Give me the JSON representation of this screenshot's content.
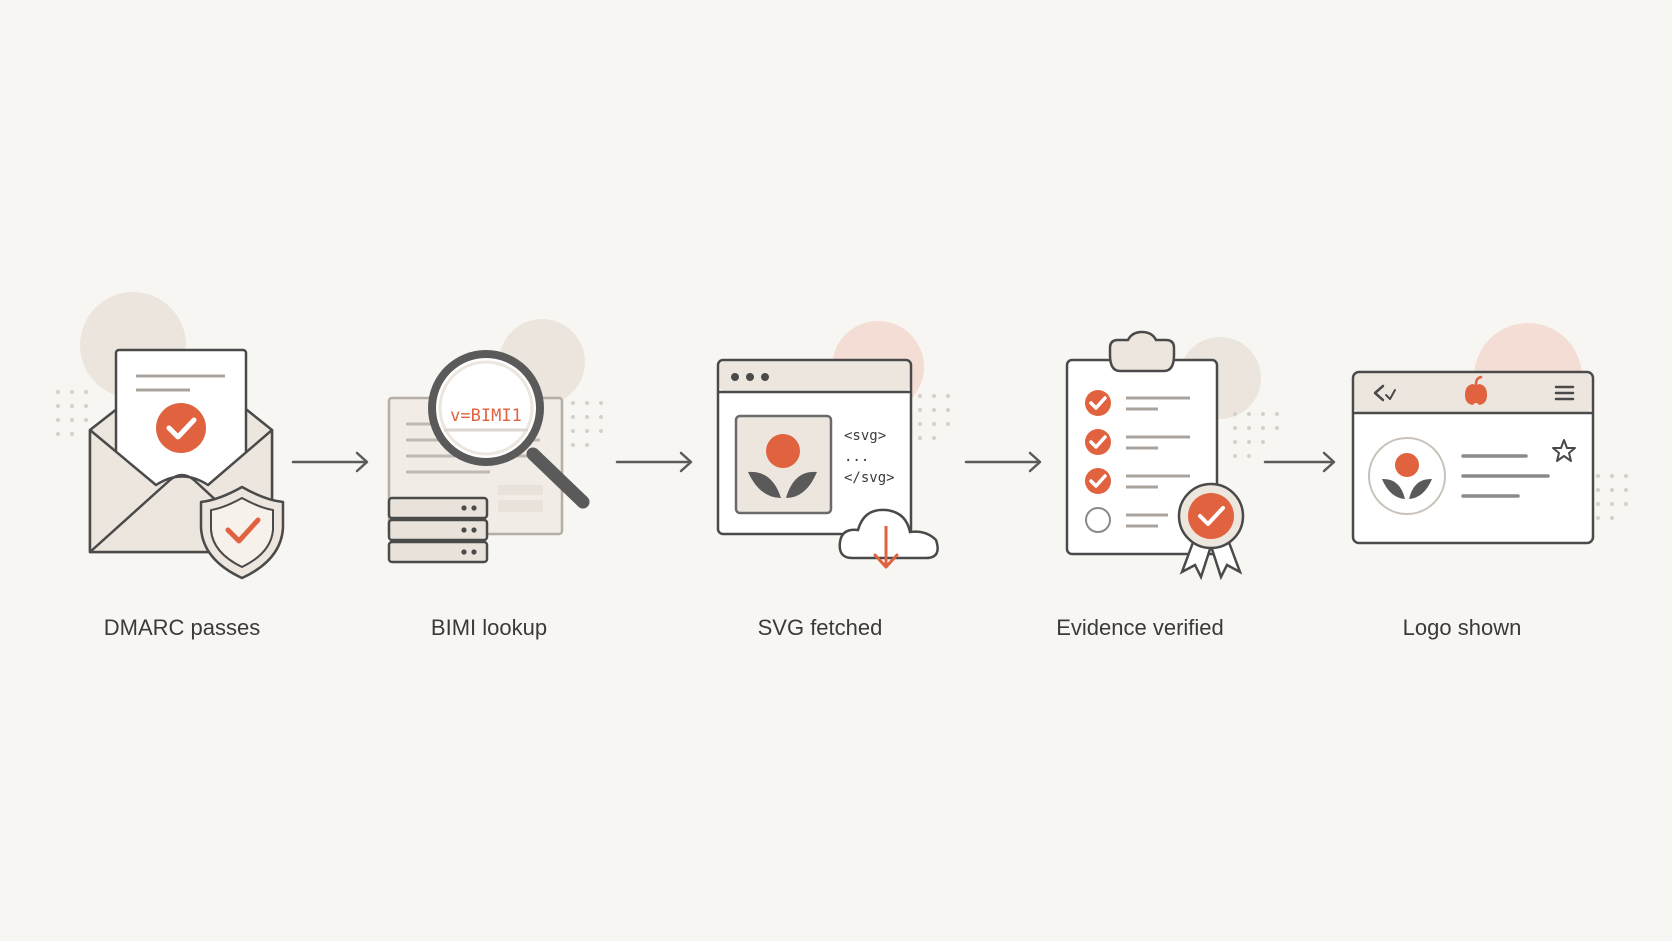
{
  "colors": {
    "accent": "#e0623e",
    "stroke": "#4a4a4a",
    "fill_light": "#ffffff",
    "fill_beige": "#ece6de",
    "blob_beige": "#ebe5dd",
    "blob_peach": "#f4ddd4",
    "dots": "#d5d0ca",
    "background": "#f8f6f2"
  },
  "steps": [
    {
      "label": "DMARC passes",
      "icon": "envelope-shield-icon"
    },
    {
      "label": "BIMI lookup",
      "icon": "magnifier-dns-icon",
      "record_text": "v=BIMI1"
    },
    {
      "label": "SVG fetched",
      "icon": "browser-svg-download-icon",
      "code_lines": [
        "<svg>",
        "...",
        "</svg>"
      ]
    },
    {
      "label": "Evidence verified",
      "icon": "clipboard-badge-icon"
    },
    {
      "label": "Logo shown",
      "icon": "browser-logo-icon"
    }
  ]
}
